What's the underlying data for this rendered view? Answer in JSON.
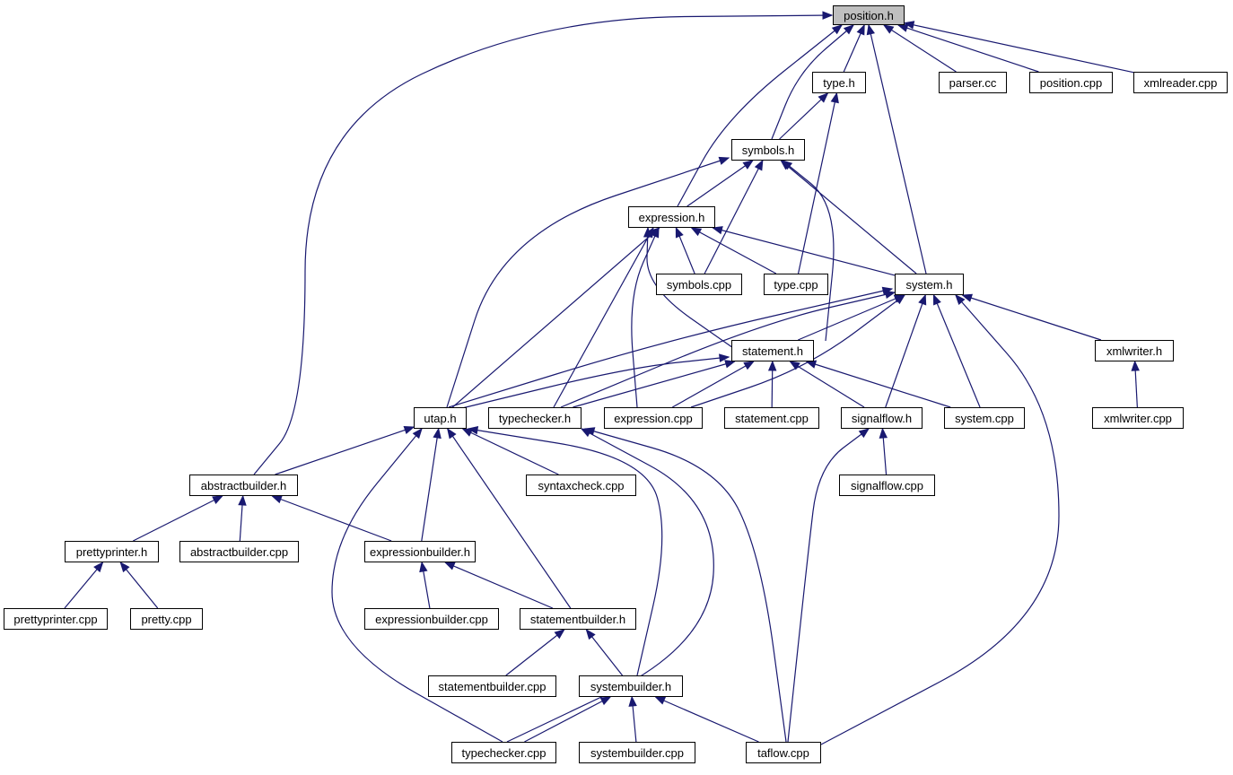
{
  "graph": {
    "root": "position.h",
    "nodes": [
      {
        "id": "position_h",
        "label": "position.h",
        "root": true
      },
      {
        "id": "type_h",
        "label": "type.h"
      },
      {
        "id": "parser_cc",
        "label": "parser.cc"
      },
      {
        "id": "position_cpp",
        "label": "position.cpp"
      },
      {
        "id": "xmlreader_cpp",
        "label": "xmlreader.cpp"
      },
      {
        "id": "symbols_h",
        "label": "symbols.h"
      },
      {
        "id": "expression_h",
        "label": "expression.h"
      },
      {
        "id": "symbols_cpp",
        "label": "symbols.cpp"
      },
      {
        "id": "type_cpp",
        "label": "type.cpp"
      },
      {
        "id": "system_h",
        "label": "system.h"
      },
      {
        "id": "statement_h",
        "label": "statement.h"
      },
      {
        "id": "xmlwriter_h",
        "label": "xmlwriter.h"
      },
      {
        "id": "utap_h",
        "label": "utap.h"
      },
      {
        "id": "typechecker_h",
        "label": "typechecker.h"
      },
      {
        "id": "expression_cpp",
        "label": "expression.cpp"
      },
      {
        "id": "statement_cpp",
        "label": "statement.cpp"
      },
      {
        "id": "signalflow_h",
        "label": "signalflow.h"
      },
      {
        "id": "system_cpp",
        "label": "system.cpp"
      },
      {
        "id": "xmlwriter_cpp",
        "label": "xmlwriter.cpp"
      },
      {
        "id": "abstractbuilder_h",
        "label": "abstractbuilder.h"
      },
      {
        "id": "syntaxcheck_cpp",
        "label": "syntaxcheck.cpp"
      },
      {
        "id": "signalflow_cpp",
        "label": "signalflow.cpp"
      },
      {
        "id": "prettyprinter_h",
        "label": "prettyprinter.h"
      },
      {
        "id": "abstractbuilder_cpp",
        "label": "abstractbuilder.cpp"
      },
      {
        "id": "expressionbuilder_h",
        "label": "expressionbuilder.h"
      },
      {
        "id": "prettyprinter_cpp",
        "label": "prettyprinter.cpp"
      },
      {
        "id": "pretty_cpp",
        "label": "pretty.cpp"
      },
      {
        "id": "expressionbuilder_cpp",
        "label": "expressionbuilder.cpp"
      },
      {
        "id": "statementbuilder_h",
        "label": "statementbuilder.h"
      },
      {
        "id": "statementbuilder_cpp",
        "label": "statementbuilder.cpp"
      },
      {
        "id": "systembuilder_h",
        "label": "systembuilder.h"
      },
      {
        "id": "typechecker_cpp",
        "label": "typechecker.cpp"
      },
      {
        "id": "systembuilder_cpp",
        "label": "systembuilder.cpp"
      },
      {
        "id": "taflow_cpp",
        "label": "taflow.cpp"
      }
    ],
    "edges": [
      {
        "from": "type_h",
        "to": "position_h"
      },
      {
        "from": "parser_cc",
        "to": "position_h"
      },
      {
        "from": "position_cpp",
        "to": "position_h"
      },
      {
        "from": "xmlreader_cpp",
        "to": "position_h"
      },
      {
        "from": "symbols_h",
        "to": "position_h"
      },
      {
        "from": "expression_h",
        "to": "position_h"
      },
      {
        "from": "system_h",
        "to": "position_h"
      },
      {
        "from": "abstractbuilder_h",
        "to": "position_h"
      },
      {
        "from": "symbols_h",
        "to": "type_h"
      },
      {
        "from": "type_cpp",
        "to": "type_h"
      },
      {
        "from": "expression_h",
        "to": "symbols_h"
      },
      {
        "from": "symbols_cpp",
        "to": "symbols_h"
      },
      {
        "from": "system_h",
        "to": "symbols_h"
      },
      {
        "from": "statement_h",
        "to": "symbols_h"
      },
      {
        "from": "utap_h",
        "to": "symbols_h"
      },
      {
        "from": "symbols_cpp",
        "to": "expression_h"
      },
      {
        "from": "type_cpp",
        "to": "expression_h"
      },
      {
        "from": "system_h",
        "to": "expression_h"
      },
      {
        "from": "statement_h",
        "to": "expression_h"
      },
      {
        "from": "utap_h",
        "to": "expression_h"
      },
      {
        "from": "typechecker_h",
        "to": "expression_h"
      },
      {
        "from": "expression_cpp",
        "to": "expression_h"
      },
      {
        "from": "statement_h",
        "to": "system_h"
      },
      {
        "from": "xmlwriter_h",
        "to": "system_h"
      },
      {
        "from": "utap_h",
        "to": "system_h"
      },
      {
        "from": "typechecker_h",
        "to": "system_h"
      },
      {
        "from": "expression_cpp",
        "to": "system_h"
      },
      {
        "from": "signalflow_h",
        "to": "system_h"
      },
      {
        "from": "system_cpp",
        "to": "system_h"
      },
      {
        "from": "taflow_cpp",
        "to": "system_h"
      },
      {
        "from": "utap_h",
        "to": "statement_h"
      },
      {
        "from": "typechecker_h",
        "to": "statement_h"
      },
      {
        "from": "expression_cpp",
        "to": "statement_h"
      },
      {
        "from": "statement_cpp",
        "to": "statement_h"
      },
      {
        "from": "signalflow_h",
        "to": "statement_h"
      },
      {
        "from": "system_cpp",
        "to": "statement_h"
      },
      {
        "from": "xmlwriter_cpp",
        "to": "xmlwriter_h"
      },
      {
        "from": "abstractbuilder_h",
        "to": "utap_h"
      },
      {
        "from": "syntaxcheck_cpp",
        "to": "utap_h"
      },
      {
        "from": "expressionbuilder_h",
        "to": "utap_h"
      },
      {
        "from": "statementbuilder_h",
        "to": "utap_h"
      },
      {
        "from": "systembuilder_h",
        "to": "utap_h"
      },
      {
        "from": "typechecker_cpp",
        "to": "utap_h"
      },
      {
        "from": "typechecker_cpp",
        "to": "typechecker_h"
      },
      {
        "from": "taflow_cpp",
        "to": "typechecker_h"
      },
      {
        "from": "signalflow_cpp",
        "to": "signalflow_h"
      },
      {
        "from": "taflow_cpp",
        "to": "signalflow_h"
      },
      {
        "from": "prettyprinter_h",
        "to": "abstractbuilder_h"
      },
      {
        "from": "abstractbuilder_cpp",
        "to": "abstractbuilder_h"
      },
      {
        "from": "expressionbuilder_h",
        "to": "abstractbuilder_h"
      },
      {
        "from": "prettyprinter_cpp",
        "to": "prettyprinter_h"
      },
      {
        "from": "pretty_cpp",
        "to": "prettyprinter_h"
      },
      {
        "from": "expressionbuilder_cpp",
        "to": "expressionbuilder_h"
      },
      {
        "from": "statementbuilder_h",
        "to": "expressionbuilder_h"
      },
      {
        "from": "statementbuilder_cpp",
        "to": "statementbuilder_h"
      },
      {
        "from": "systembuilder_h",
        "to": "statementbuilder_h"
      },
      {
        "from": "typechecker_cpp",
        "to": "systembuilder_h"
      },
      {
        "from": "systembuilder_cpp",
        "to": "systembuilder_h"
      },
      {
        "from": "taflow_cpp",
        "to": "systembuilder_h"
      }
    ]
  },
  "colors": {
    "edge": "#191970",
    "root_fill": "#bfbfbf",
    "node_fill": "#ffffff",
    "node_border": "#000000"
  }
}
